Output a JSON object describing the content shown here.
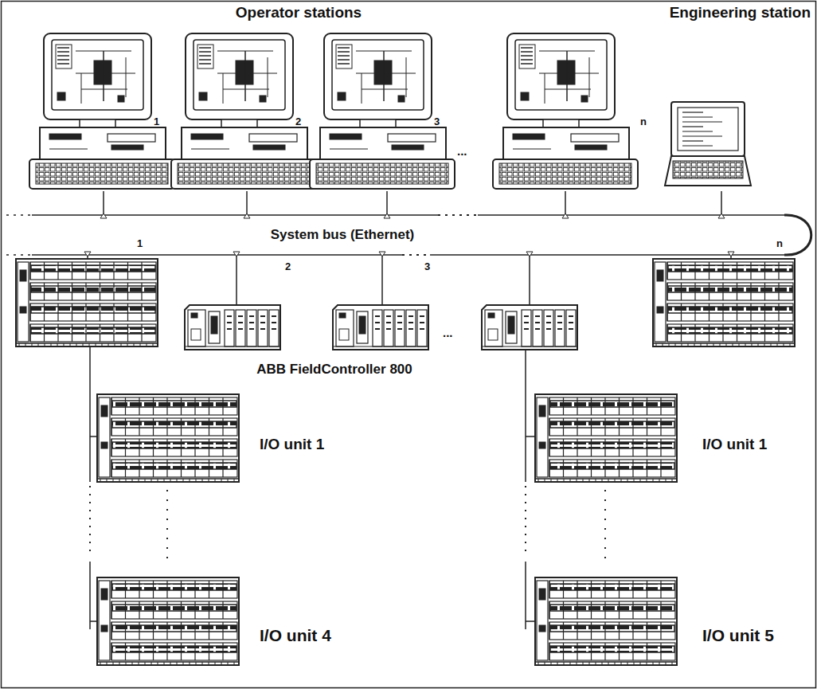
{
  "diagram": {
    "labels": [
      "Operator stations",
      "Engineering station",
      "1",
      "2",
      "3",
      "...",
      "n",
      "System bus (Ethernet)",
      "1",
      "2",
      "3",
      "...",
      "n",
      "ABB FieldController 800",
      "I/O unit 1",
      "I/O unit 1",
      "I/O unit 4",
      "I/O unit 5"
    ]
  }
}
